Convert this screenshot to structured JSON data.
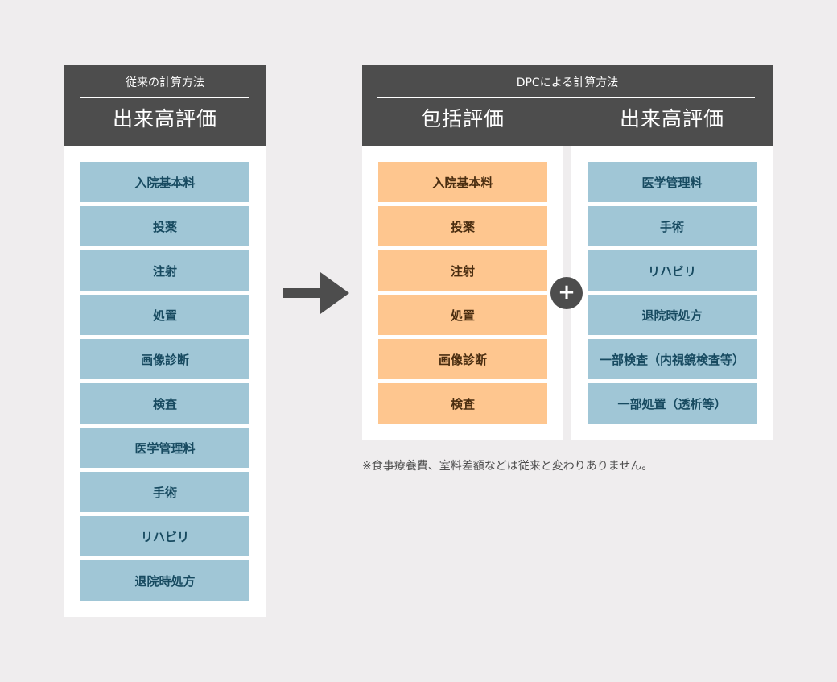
{
  "conventional": {
    "method_label": "従来の計算方法",
    "title": "出来高評価",
    "items": [
      "入院基本料",
      "投薬",
      "注射",
      "処置",
      "画像診断",
      "検査",
      "医学管理料",
      "手術",
      "リハビリ",
      "退院時処方"
    ]
  },
  "dpc": {
    "method_label": "DPCによる計算方法",
    "inclusive": {
      "title": "包括評価",
      "items": [
        "入院基本料",
        "投薬",
        "注射",
        "処置",
        "画像診断",
        "検査"
      ]
    },
    "fee_for_service": {
      "title": "出来高評価",
      "items": [
        "医学管理料",
        "手術",
        "リハビリ",
        "退院時処方",
        "一部検査（内視鏡検査等）",
        "一部処置（透析等）"
      ]
    }
  },
  "note": "※食事療養費、室料差額などは従来と変わりありません。",
  "icons": {
    "arrow": "right-arrow-icon",
    "plus": "plus-icon"
  },
  "colors": {
    "header_bg": "#4d4d4d",
    "blue_item": "#a0c6d6",
    "orange_item": "#fec68f",
    "background": "#efedee"
  }
}
